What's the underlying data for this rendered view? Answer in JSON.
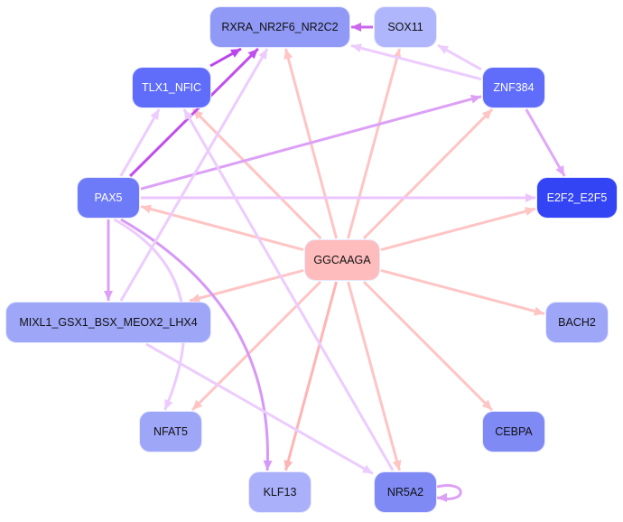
{
  "nodes": [
    {
      "id": "RXRA_NR2F6_NR2C2",
      "color": "#9099f5"
    },
    {
      "id": "SOX11",
      "color": "#b0b6fb"
    },
    {
      "id": "TLX1_NFIC",
      "color": "#5f6dfa"
    },
    {
      "id": "ZNF384",
      "color": "#5f6dfa"
    },
    {
      "id": "PAX5",
      "color": "#6e7bf8"
    },
    {
      "id": "E2F2_E2F5",
      "color": "#3344f5"
    },
    {
      "id": "GGCAAGA",
      "color": "#ffbcbc"
    },
    {
      "id": "MIXL1_GSX1_BSX_MEOX2_LHX4",
      "color": "#9ea6f8"
    },
    {
      "id": "BACH2",
      "color": "#9ea6f8"
    },
    {
      "id": "NFAT5",
      "color": "#9ea6f8"
    },
    {
      "id": "CEBPA",
      "color": "#7f8af5"
    },
    {
      "id": "KLF13",
      "color": "#aab0fa"
    },
    {
      "id": "NR5A2",
      "color": "#7f8af5"
    }
  ],
  "edges": [
    {
      "from": "GGCAAGA",
      "to": "RXRA_NR2F6_NR2C2",
      "color": "#ffc4c4"
    },
    {
      "from": "GGCAAGA",
      "to": "SOX11",
      "color": "#ffc4c4"
    },
    {
      "from": "GGCAAGA",
      "to": "TLX1_NFIC",
      "color": "#ffc4c4"
    },
    {
      "from": "GGCAAGA",
      "to": "ZNF384",
      "color": "#ffc4c4"
    },
    {
      "from": "GGCAAGA",
      "to": "PAX5",
      "color": "#ffc4c4"
    },
    {
      "from": "GGCAAGA",
      "to": "E2F2_E2F5",
      "color": "#ffc4c4"
    },
    {
      "from": "GGCAAGA",
      "to": "MIXL1_GSX1_BSX_MEOX2_LHX4",
      "color": "#ffc4c4"
    },
    {
      "from": "GGCAAGA",
      "to": "BACH2",
      "color": "#ffc4c4"
    },
    {
      "from": "GGCAAGA",
      "to": "NFAT5",
      "color": "#ffc4c4"
    },
    {
      "from": "GGCAAGA",
      "to": "CEBPA",
      "color": "#ffc4c4"
    },
    {
      "from": "GGCAAGA",
      "to": "KLF13",
      "color": "#ffb4b4"
    },
    {
      "from": "GGCAAGA",
      "to": "NR5A2",
      "color": "#ffc4c4"
    },
    {
      "from": "SOX11",
      "to": "RXRA_NR2F6_NR2C2",
      "color": "#cc66ee"
    },
    {
      "from": "ZNF384",
      "to": "RXRA_NR2F6_NR2C2",
      "color": "#ecccff"
    },
    {
      "from": "ZNF384",
      "to": "SOX11",
      "color": "#ecccff"
    },
    {
      "from": "ZNF384",
      "to": "E2F2_E2F5",
      "color": "#e0a8f8"
    },
    {
      "from": "TLX1_NFIC",
      "to": "RXRA_NR2F6_NR2C2",
      "color": "#bb44ee"
    },
    {
      "from": "PAX5",
      "to": "RXRA_NR2F6_NR2C2",
      "color": "#c050ee"
    },
    {
      "from": "PAX5",
      "to": "TLX1_NFIC",
      "color": "#ecccff"
    },
    {
      "from": "PAX5",
      "to": "ZNF384",
      "color": "#dca0f6"
    },
    {
      "from": "PAX5",
      "to": "E2F2_E2F5",
      "color": "#ecc4ff"
    },
    {
      "from": "PAX5",
      "to": "MIXL1_GSX1_BSX_MEOX2_LHX4",
      "color": "#dca0f6"
    },
    {
      "from": "PAX5",
      "to": "KLF13",
      "color": "#d698f6",
      "curve": true
    },
    {
      "from": "PAX5",
      "to": "NFAT5",
      "color": "#ecccff",
      "curve": true
    },
    {
      "from": "MIXL1_GSX1_BSX_MEOX2_LHX4",
      "to": "RXRA_NR2F6_NR2C2",
      "color": "#ecccff"
    },
    {
      "from": "NR5A2",
      "to": "TLX1_NFIC",
      "color": "#ecccff"
    },
    {
      "from": "MIXL1_GSX1_BSX_MEOX2_LHX4",
      "to": "NR5A2",
      "color": "#ecccff"
    },
    {
      "from": "NR5A2",
      "to": "NR5A2",
      "color": "#dca0f6"
    }
  ]
}
